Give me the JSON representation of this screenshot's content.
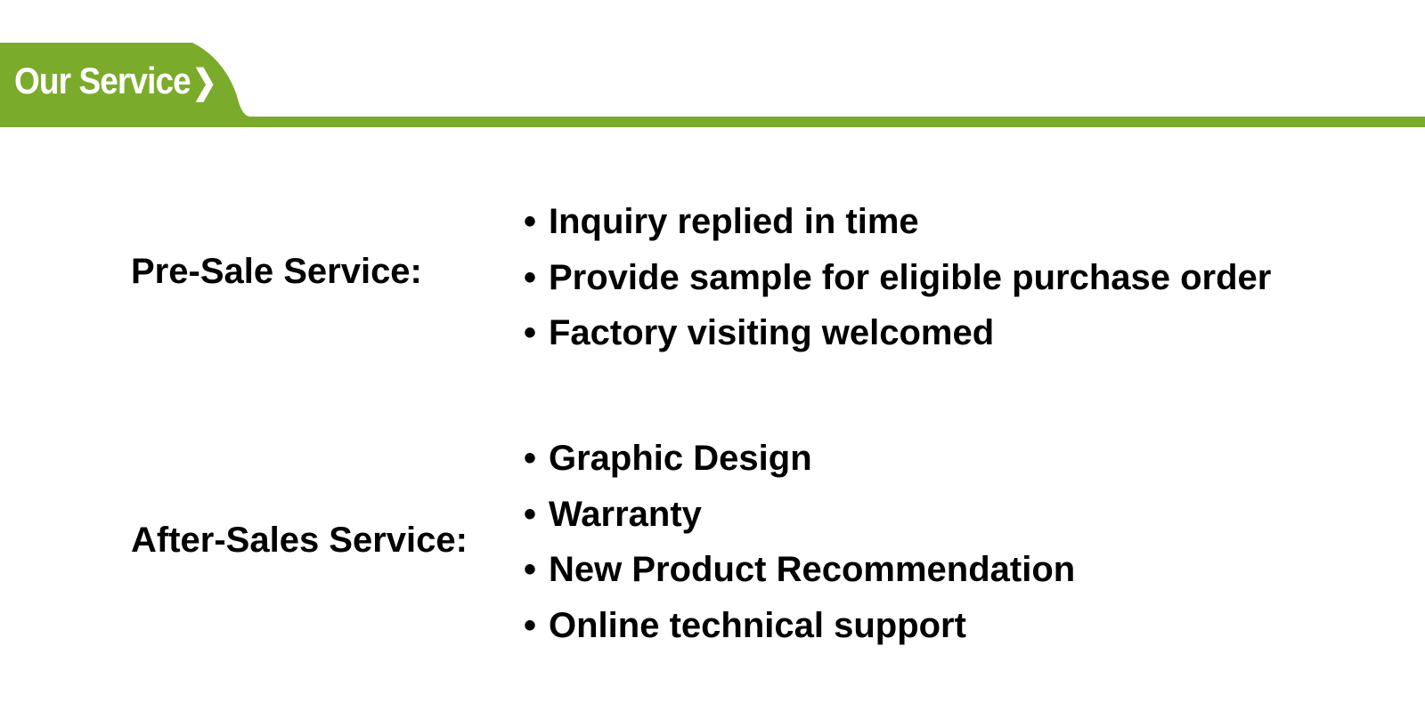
{
  "header": {
    "title": "Our Service",
    "chevron": "❯",
    "accent_color": "#7aab2b"
  },
  "sections": [
    {
      "label": "Pre-Sale Service:",
      "items": [
        "Inquiry replied in time",
        "Provide sample for eligible purchase order",
        "Factory visiting welcomed"
      ]
    },
    {
      "label": "After-Sales Service:",
      "items": [
        "Graphic Design",
        "Warranty",
        "New Product Recommendation",
        "Online technical support"
      ]
    }
  ],
  "bullet_symbol": "•"
}
